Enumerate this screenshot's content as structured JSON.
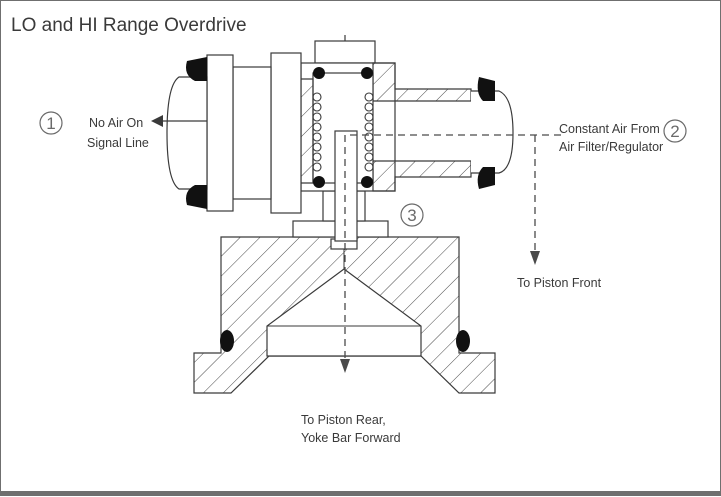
{
  "title": "LO and HI Range Overdrive",
  "callouts": {
    "one": {
      "number": "1",
      "line1": "No Air On",
      "line2": "Signal Line"
    },
    "two": {
      "number": "2",
      "line1": "Constant Air From",
      "line2": "Air Filter/Regulator"
    },
    "three": {
      "number": "3"
    }
  },
  "labels": {
    "piston_front": "To Piston Front",
    "piston_rear_line1": "To Piston Rear,",
    "piston_rear_line2": "Yoke Bar Forward"
  },
  "colors": {
    "line": "#3a3a3a",
    "hatch": "#4a4a4a",
    "frame": "#6f6f6f"
  }
}
